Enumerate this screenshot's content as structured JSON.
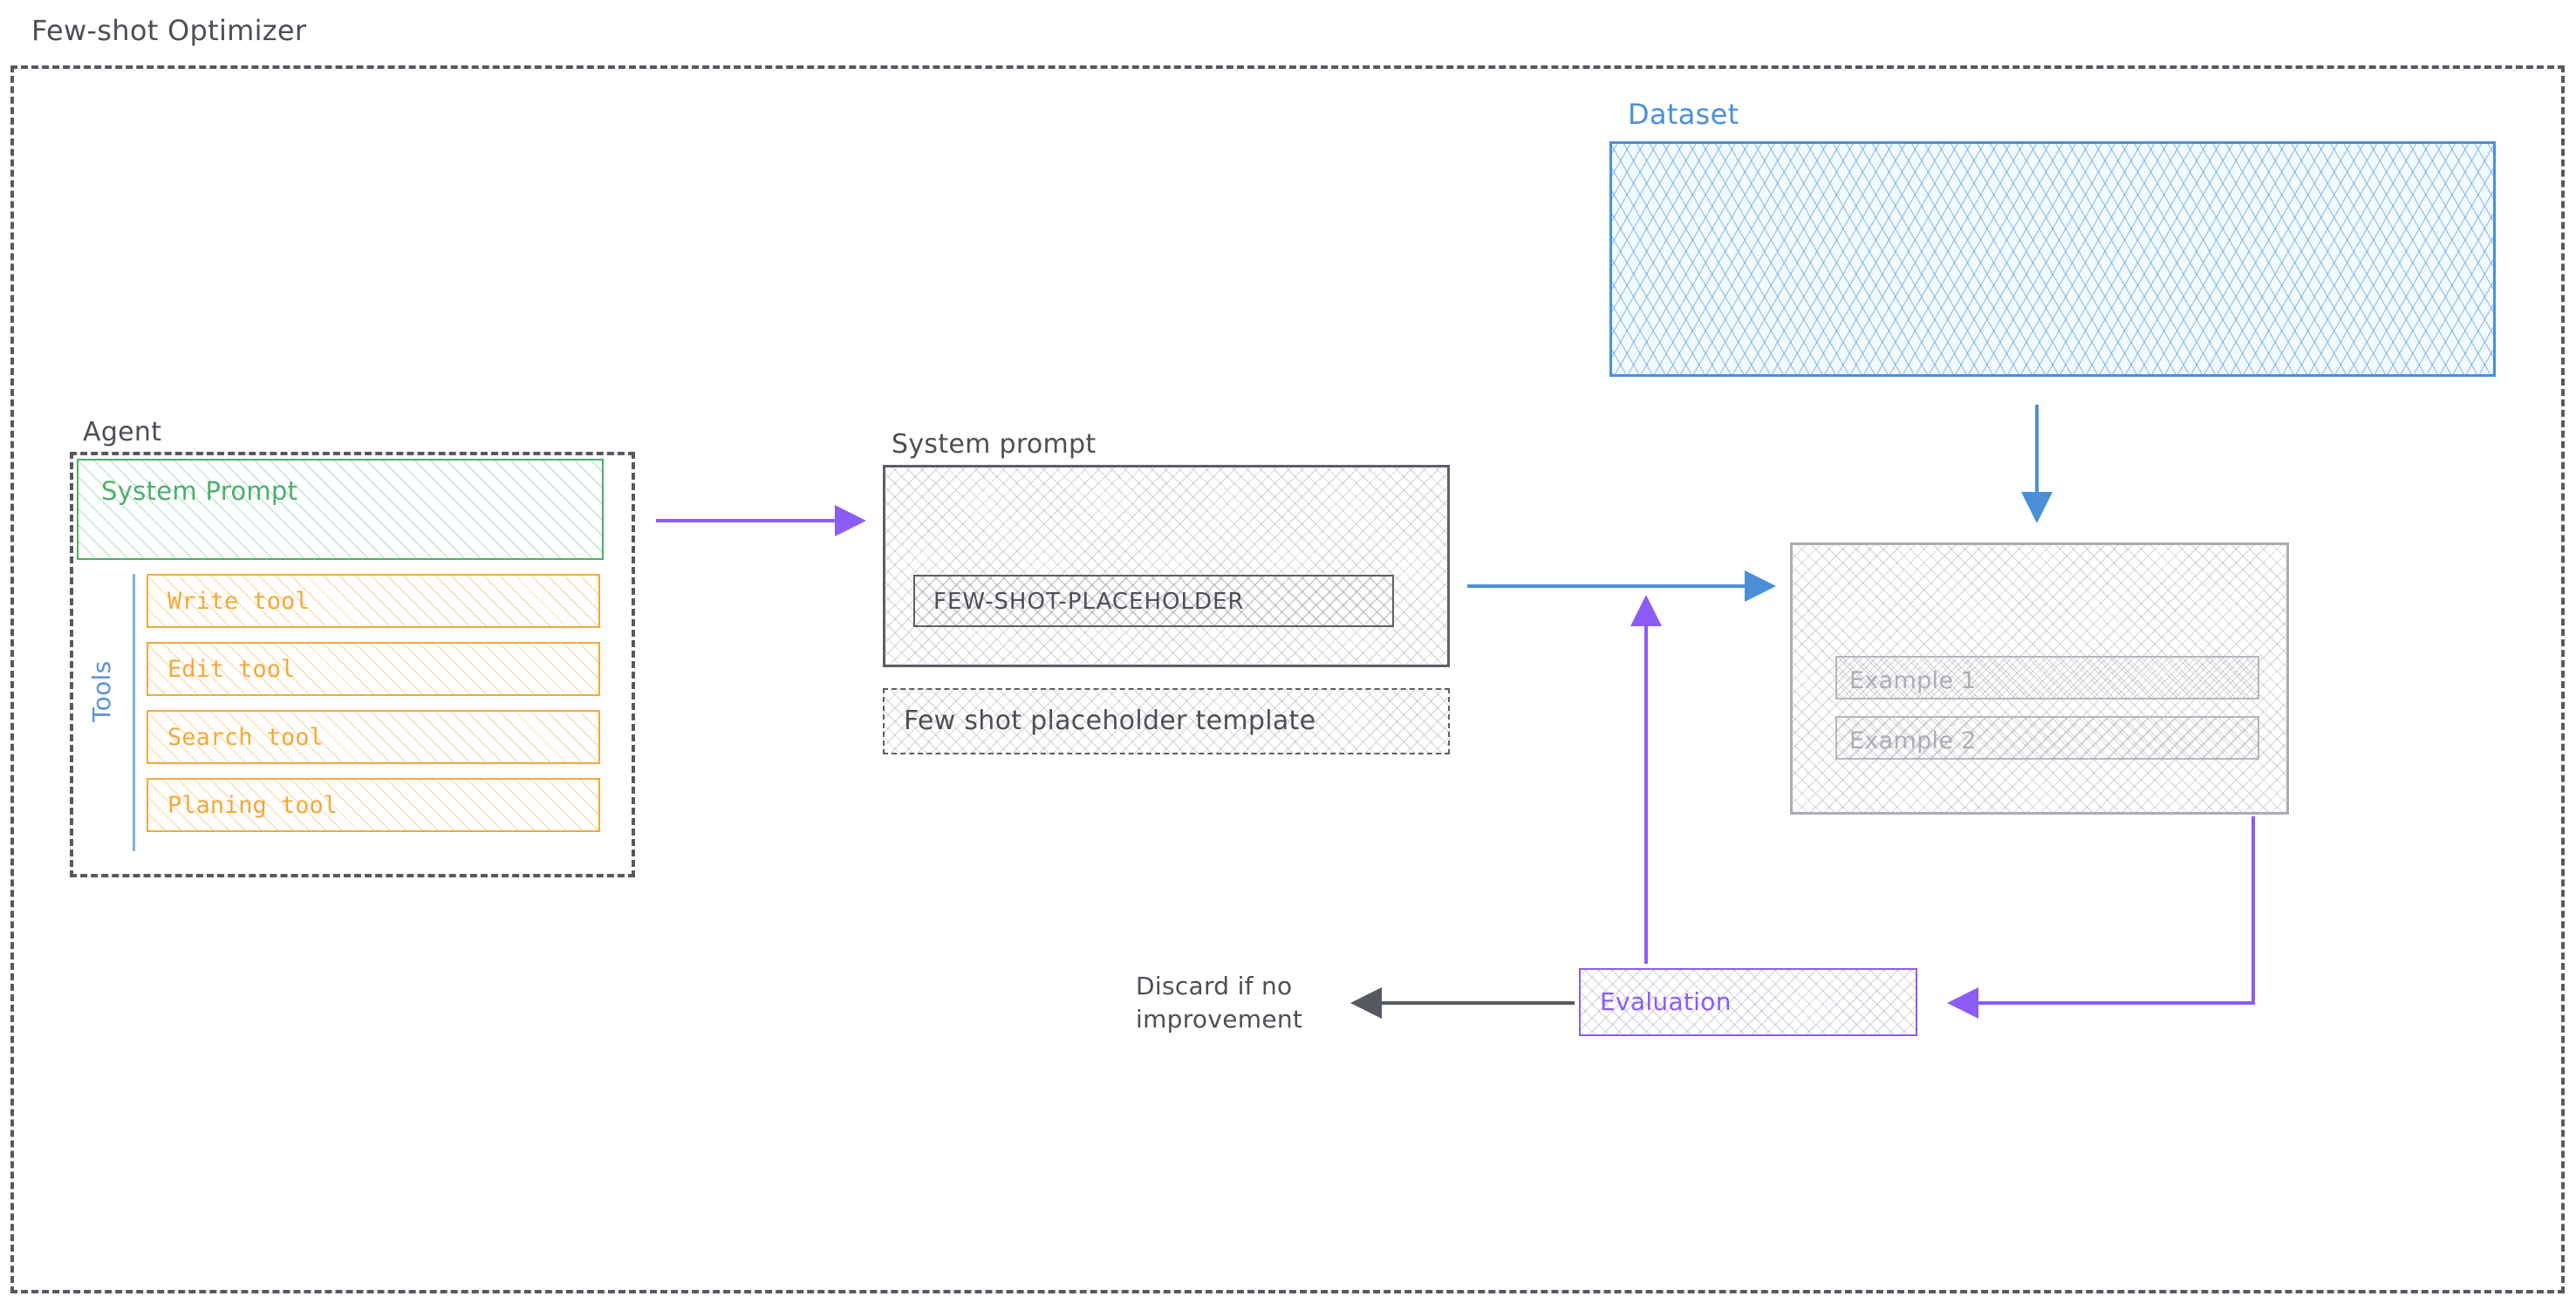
{
  "diagram": {
    "title": "Few-shot Optimizer",
    "colors": {
      "frame": "#565a60",
      "green": "#4caf6d",
      "orange": "#f2a93b",
      "blue": "#4a90d9",
      "purple": "#8b5cf6",
      "gray": "#a9adb4",
      "text": "#4c4f55"
    }
  },
  "agent": {
    "label": "Agent",
    "system_prompt_label": "System Prompt",
    "tools_label": "Tools",
    "tools": [
      {
        "label": "Write tool"
      },
      {
        "label": "Edit tool"
      },
      {
        "label": "Search tool"
      },
      {
        "label": "Planing tool"
      }
    ]
  },
  "system_prompt": {
    "label": "System prompt",
    "placeholder_token": "FEW-SHOT-PLACEHOLDER",
    "template_label": "Few shot placeholder template"
  },
  "dataset": {
    "label": "Dataset"
  },
  "examples": {
    "rows": [
      {
        "label": "Example 1"
      },
      {
        "label": "Example 2"
      }
    ]
  },
  "evaluation": {
    "label": "Evaluation",
    "discard_note": "Discard if no improvement"
  },
  "arrows": [
    {
      "name": "agent-to-system-prompt",
      "color": "#8b5cf6"
    },
    {
      "name": "dataset-to-examples",
      "color": "#4a90d9"
    },
    {
      "name": "system-prompt-to-examples",
      "color": "#4a90d9"
    },
    {
      "name": "evaluation-to-examples",
      "color": "#8b5cf6"
    },
    {
      "name": "examples-to-evaluation",
      "color": "#8b5cf6"
    },
    {
      "name": "evaluation-to-discard",
      "color": "#565a60"
    }
  ]
}
